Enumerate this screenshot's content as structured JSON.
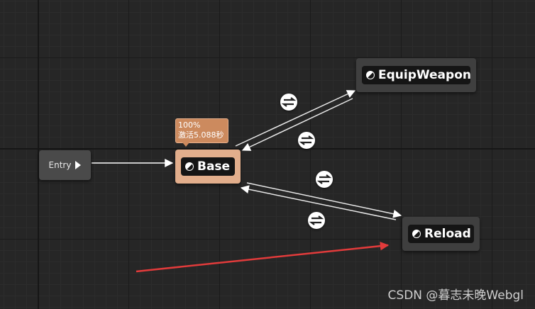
{
  "graph": {
    "entry": {
      "label": "Entry",
      "icon": "entry-arrow-icon"
    },
    "states": [
      {
        "name": "Base",
        "icon": "state-icon",
        "active": true,
        "color": "#e2ae8c"
      },
      {
        "name": "EquipWeapon",
        "icon": "state-icon",
        "active": false
      },
      {
        "name": "Reload",
        "icon": "state-icon",
        "active": false
      }
    ],
    "active_tooltip": {
      "weight": "100%",
      "status": "激活5.088秒"
    },
    "transitions": [
      {
        "from": "Base",
        "to": "EquipWeapon",
        "icon": "transition-rule-icon"
      },
      {
        "from": "EquipWeapon",
        "to": "Base",
        "icon": "transition-rule-icon"
      },
      {
        "from": "Base",
        "to": "Reload",
        "icon": "transition-rule-icon"
      },
      {
        "from": "Reload",
        "to": "Base",
        "icon": "transition-rule-icon"
      }
    ]
  },
  "annotation": {
    "color": "#e23b3b",
    "icon": "red-arrow"
  },
  "watermark": "CSDN @暮志未晚Webgl"
}
